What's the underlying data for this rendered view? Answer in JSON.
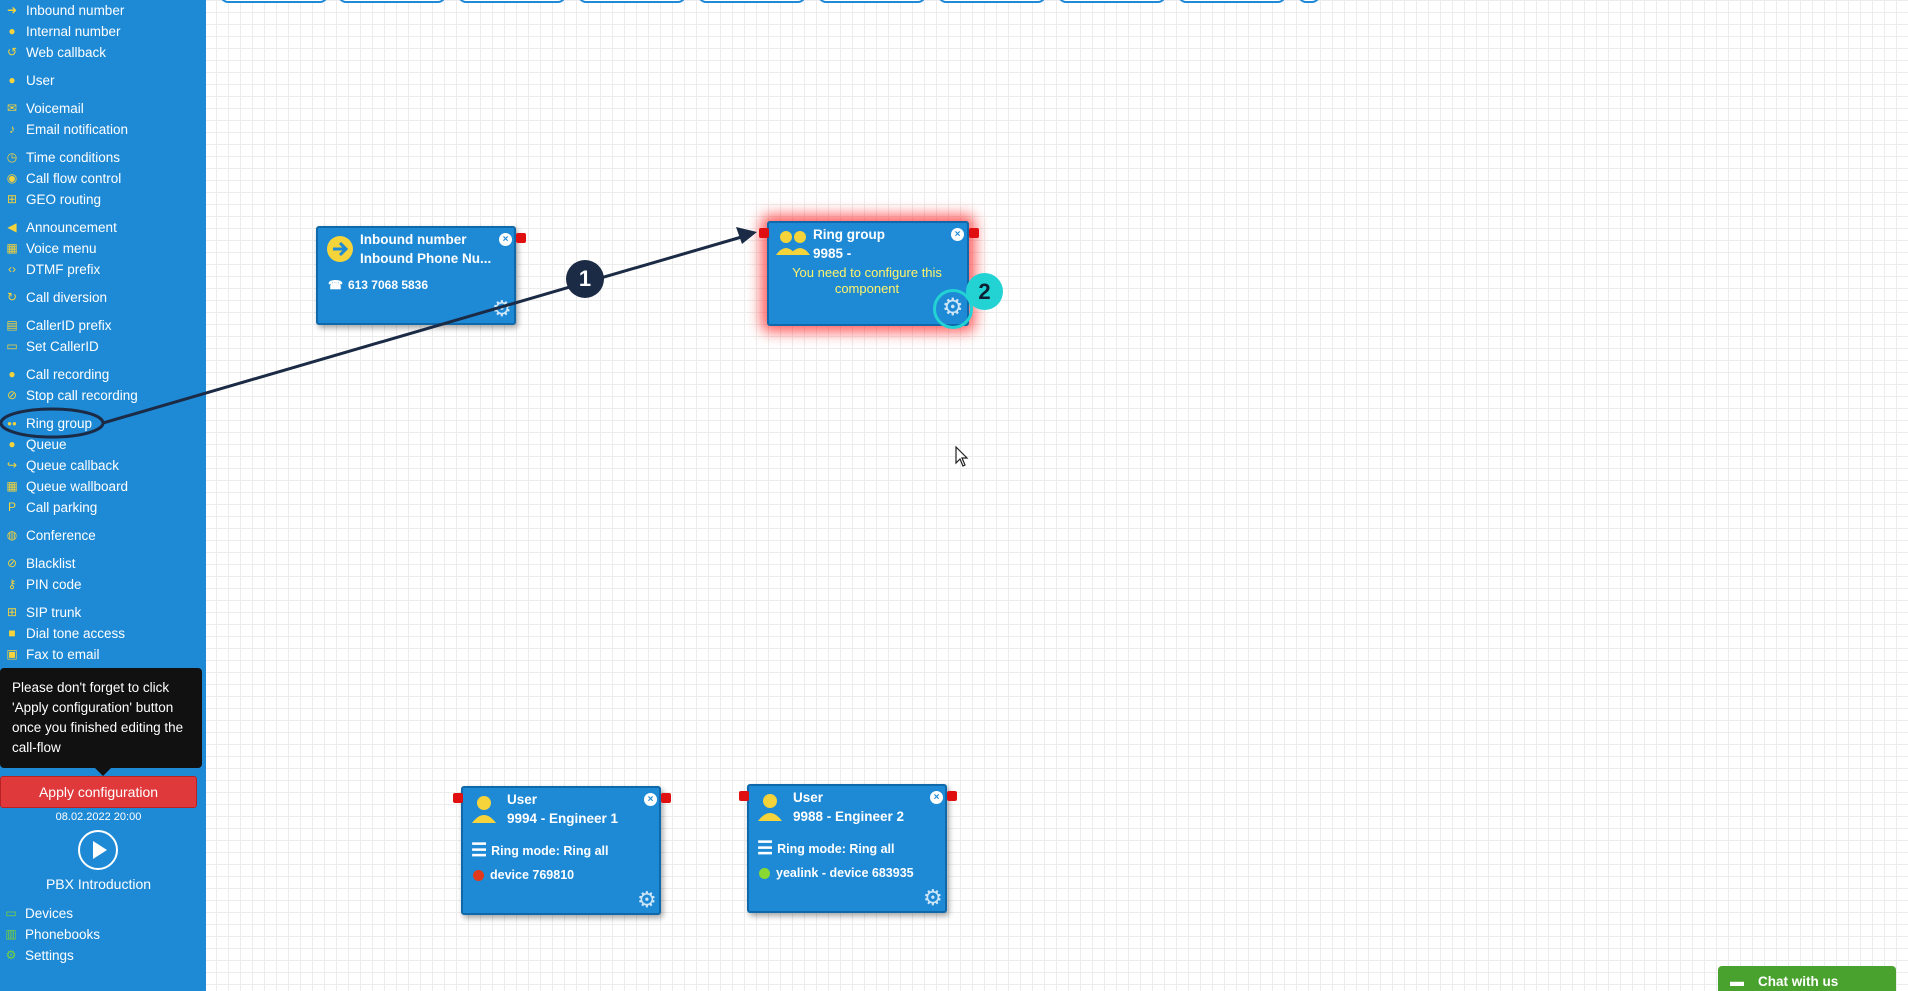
{
  "sidebar": {
    "items": [
      {
        "label": "Inbound number",
        "icon": "arrow-circle-icon",
        "glyph": "➜"
      },
      {
        "label": "Internal number",
        "icon": "pin-icon",
        "glyph": "●"
      },
      {
        "label": "Web callback",
        "icon": "history-icon",
        "glyph": "↺"
      },
      {
        "label": "User",
        "icon": "user-icon",
        "glyph": "●"
      },
      {
        "label": "Voicemail",
        "icon": "envelope-icon",
        "glyph": "✉"
      },
      {
        "label": "Email notification",
        "icon": "bell-icon",
        "glyph": "♪"
      },
      {
        "label": "Time conditions",
        "icon": "clock-icon",
        "glyph": "◷"
      },
      {
        "label": "Call flow control",
        "icon": "toggle-icon",
        "glyph": "◉"
      },
      {
        "label": "GEO routing",
        "icon": "sitemap-icon",
        "glyph": "⊞"
      },
      {
        "label": "Announcement",
        "icon": "bullhorn-icon",
        "glyph": "◀"
      },
      {
        "label": "Voice menu",
        "icon": "grid-icon",
        "glyph": "▦"
      },
      {
        "label": "DTMF prefix",
        "icon": "code-icon",
        "glyph": "‹›"
      },
      {
        "label": "Call diversion",
        "icon": "refresh-icon",
        "glyph": "↻"
      },
      {
        "label": "CallerID prefix",
        "icon": "table-icon",
        "glyph": "▤"
      },
      {
        "label": "Set CallerID",
        "icon": "id-card-icon",
        "glyph": "▭"
      },
      {
        "label": "Call recording",
        "icon": "microphone-icon",
        "glyph": "●"
      },
      {
        "label": "Stop call recording",
        "icon": "microphone-slash-icon",
        "glyph": "⊘"
      },
      {
        "label": "Ring group",
        "icon": "users-icon",
        "glyph": "●●"
      },
      {
        "label": "Queue",
        "icon": "user-plus-icon",
        "glyph": "●"
      },
      {
        "label": "Queue callback",
        "icon": "share-icon",
        "glyph": "↪"
      },
      {
        "label": "Queue wallboard",
        "icon": "table-icon",
        "glyph": "▦"
      },
      {
        "label": "Call parking",
        "icon": "parking-icon",
        "glyph": "P"
      },
      {
        "label": "Conference",
        "icon": "comments-icon",
        "glyph": "◍"
      },
      {
        "label": "Blacklist",
        "icon": "ban-icon",
        "glyph": "⊘"
      },
      {
        "label": "PIN code",
        "icon": "key-icon",
        "glyph": "⚷"
      },
      {
        "label": "SIP trunk",
        "icon": "sitemap-icon",
        "glyph": "⊞"
      },
      {
        "label": "Dial tone access",
        "icon": "lock-icon",
        "glyph": "■"
      },
      {
        "label": "Fax to email",
        "icon": "fax-icon",
        "glyph": "▣"
      }
    ],
    "tooltip": "Please don't forget to click 'Apply configuration' button once you finished editing the call-flow",
    "apply_label": "Apply configuration",
    "timestamp": "08.02.2022 20:00",
    "pbx_intro": "PBX Introduction",
    "bottom_items": [
      {
        "label": "Devices",
        "icon": "monitor-icon",
        "glyph": "▭"
      },
      {
        "label": "Phonebooks",
        "icon": "book-icon",
        "glyph": "▥"
      },
      {
        "label": "Settings",
        "icon": "gear-icon",
        "glyph": "⚙"
      }
    ]
  },
  "nodes": {
    "inbound": {
      "title": "Inbound number",
      "subtitle": "Inbound Phone Nu...",
      "phone": "613 7068 5836"
    },
    "ringgroup": {
      "title": "Ring group",
      "subtitle": "9985 -",
      "warning": "You need to configure this component"
    },
    "user1": {
      "title": "User",
      "subtitle": "9994 - Engineer 1",
      "ring_mode": "Ring mode: Ring all",
      "device": "device 769810",
      "status_color": "#e0391b"
    },
    "user2": {
      "title": "User",
      "subtitle": "9988 - Engineer 2",
      "ring_mode": "Ring mode: Ring all",
      "device": "yealink - device 683935",
      "status_color": "#8ad832"
    }
  },
  "annotations": {
    "step1": "1",
    "step2": "2"
  },
  "chat": {
    "label": "Chat with us"
  },
  "colors": {
    "sidebar": "#1e8ad6",
    "accent_icon": "#f5d33b",
    "apply": "#e0393b",
    "chat": "#49a22e",
    "highlight": "#23d3d3"
  }
}
